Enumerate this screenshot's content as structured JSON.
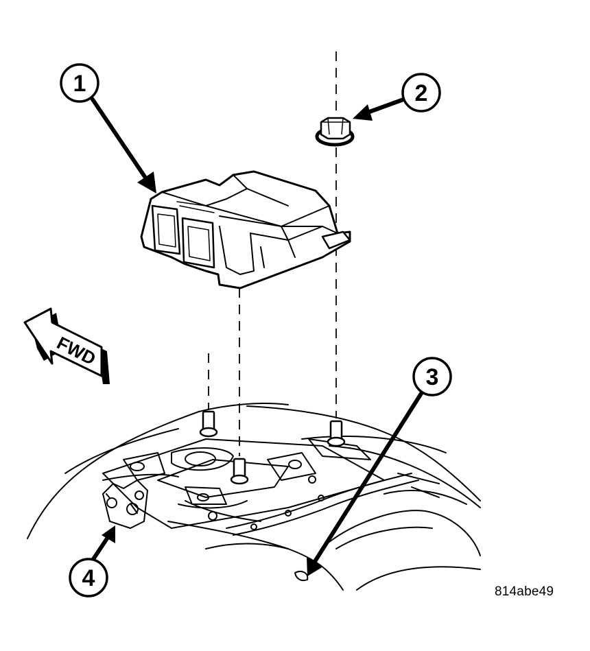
{
  "callouts": [
    {
      "number": "1"
    },
    {
      "number": "2"
    },
    {
      "number": "3"
    },
    {
      "number": "4"
    }
  ],
  "direction_label": "FWD",
  "figure_code": "814abe49",
  "colors": {
    "ink": "#000000",
    "paper": "#ffffff"
  }
}
